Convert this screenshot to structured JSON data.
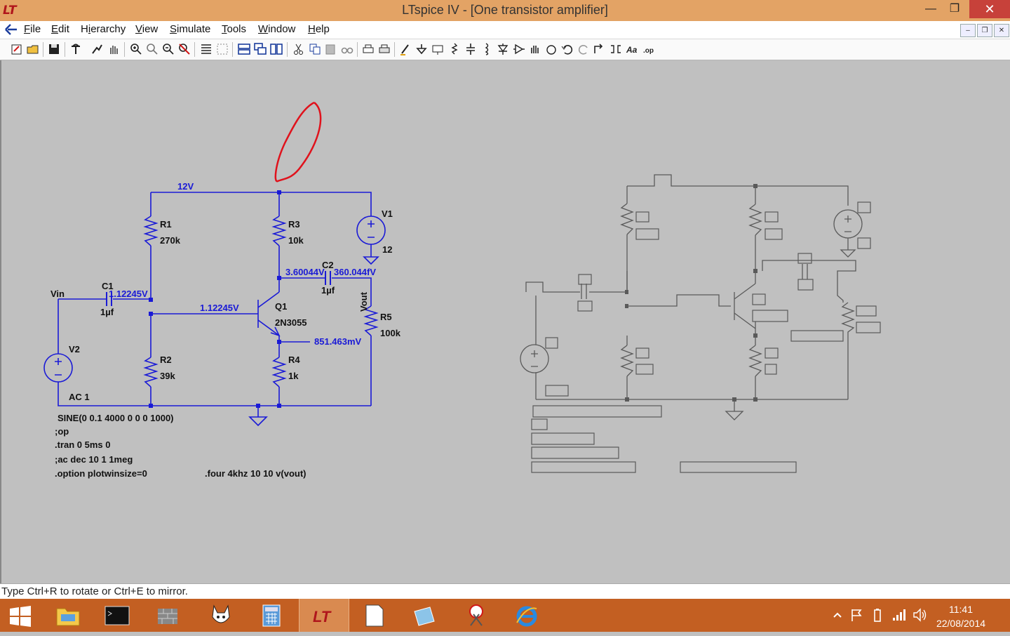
{
  "window": {
    "title": "LTspice IV - [One transistor amplifier]",
    "minimize": "—",
    "maximize": "❐",
    "close": "✕"
  },
  "menu": [
    {
      "ul": "F",
      "rest": "ile"
    },
    {
      "ul": "E",
      "rest": "dit"
    },
    {
      "pre": "H",
      "ul": "i",
      "rest": "erarchy"
    },
    {
      "ul": "V",
      "rest": "iew"
    },
    {
      "ul": "S",
      "rest": "imulate"
    },
    {
      "ul": "T",
      "rest": "ools"
    },
    {
      "ul": "W",
      "rest": "indow"
    },
    {
      "ul": "H",
      "rest": "elp"
    }
  ],
  "mdi_buttons": {
    "minimize": "–",
    "restore": "❐",
    "close": "✕"
  },
  "toolbar_icons": [
    "new-schematic-icon",
    "open-icon",
    "save-icon",
    "control-panel-icon",
    "run-icon",
    "pan-icon",
    "zoom-in-icon",
    "zoom-out-icon",
    "zoom-fit-icon",
    "zoom-cancel-icon",
    "autoscale-icon",
    "grid-icon",
    "tile-horizontal-icon",
    "cascade-icon",
    "tile-vertical-icon",
    "cut-icon",
    "copy-icon",
    "paste-icon",
    "find-icon",
    "print-setup-icon",
    "print-icon",
    "wire-icon",
    "ground-icon",
    "label-net-icon",
    "resistor-icon",
    "capacitor-icon",
    "inductor-icon",
    "diode-icon",
    "component-icon",
    "move-icon",
    "drag-icon",
    "undo-icon",
    "redo-icon",
    "rotate-icon",
    "mirror-icon",
    "text-icon",
    "spice-directive-icon"
  ],
  "schematic": {
    "net_12v": "12V",
    "R1": {
      "name": "R1",
      "value": "270k"
    },
    "R2": {
      "name": "R2",
      "value": "39k"
    },
    "R3": {
      "name": "R3",
      "value": "10k"
    },
    "R4": {
      "name": "R4",
      "value": "1k"
    },
    "R5": {
      "name": "R5",
      "value": "100k"
    },
    "C1": {
      "name": "C1",
      "value": "1µf"
    },
    "C2": {
      "name": "C2",
      "value": "1µf"
    },
    "Q1": {
      "name": "Q1",
      "value": "2N3055"
    },
    "V1": {
      "name": "V1",
      "value": "12"
    },
    "V2": {
      "name": "V2",
      "value": "AC 1"
    },
    "vin_label": "Vin",
    "vout_label": "Vout",
    "op_c1": "1.12245V",
    "op_base": "1.12245V",
    "op_collector": "3.60044V",
    "op_out": "360.044fV",
    "op_emitter": "851.463mV",
    "directives": [
      "SINE(0 0.1 4000 0 0 0 1000)",
      ";op",
      ".tran 0 5ms 0",
      ";ac dec 10 1 1meg",
      ".option plotwinsize=0"
    ],
    "four_directive": ".four 4khz 10 10 v(vout)"
  },
  "status": "Type Ctrl+R to rotate or Ctrl+E to mirror.",
  "taskbar": {
    "time": "11:41",
    "date": "22/08/2014",
    "apps": [
      "start-icon",
      "file-explorer-icon",
      "command-prompt-icon",
      "firewall-icon",
      "gimp-icon",
      "calculator-icon",
      "ltspice-icon",
      "notepad-icon",
      "paint-icon",
      "snipping-tool-icon",
      "internet-explorer-icon"
    ],
    "tray": [
      "chevron-up-icon",
      "flag-icon",
      "battery-icon",
      "signal-icon",
      "volume-icon"
    ]
  },
  "colors": {
    "titlebar": "#e3a365",
    "taskbar": "#c35f22",
    "wire": "#1a1ad6",
    "ghost": "#5a5a5a",
    "annotation": "#e0121c"
  }
}
